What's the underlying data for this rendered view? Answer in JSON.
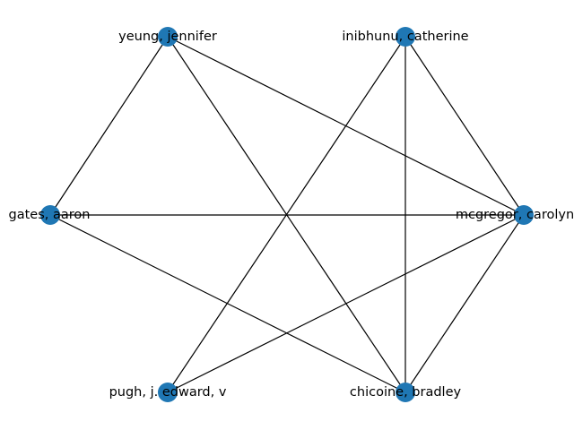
{
  "graph": {
    "node_color": "#1f77b4",
    "edge_color": "#000000",
    "nodes": [
      {
        "id": "yeung",
        "label": "yeung, jennifer"
      },
      {
        "id": "inibhunu",
        "label": "inibhunu, catherine"
      },
      {
        "id": "gates",
        "label": "gates, aaron"
      },
      {
        "id": "mcgregor",
        "label": "mcgregor, carolyn"
      },
      {
        "id": "pugh",
        "label": "pugh, j. edward, v"
      },
      {
        "id": "chicoine",
        "label": "chicoine, bradley"
      }
    ],
    "edges": [
      [
        "yeung",
        "gates"
      ],
      [
        "yeung",
        "mcgregor"
      ],
      [
        "yeung",
        "chicoine"
      ],
      [
        "inibhunu",
        "pugh"
      ],
      [
        "inibhunu",
        "mcgregor"
      ],
      [
        "inibhunu",
        "chicoine"
      ],
      [
        "gates",
        "mcgregor"
      ],
      [
        "gates",
        "chicoine"
      ],
      [
        "mcgregor",
        "pugh"
      ],
      [
        "mcgregor",
        "chicoine"
      ]
    ]
  }
}
